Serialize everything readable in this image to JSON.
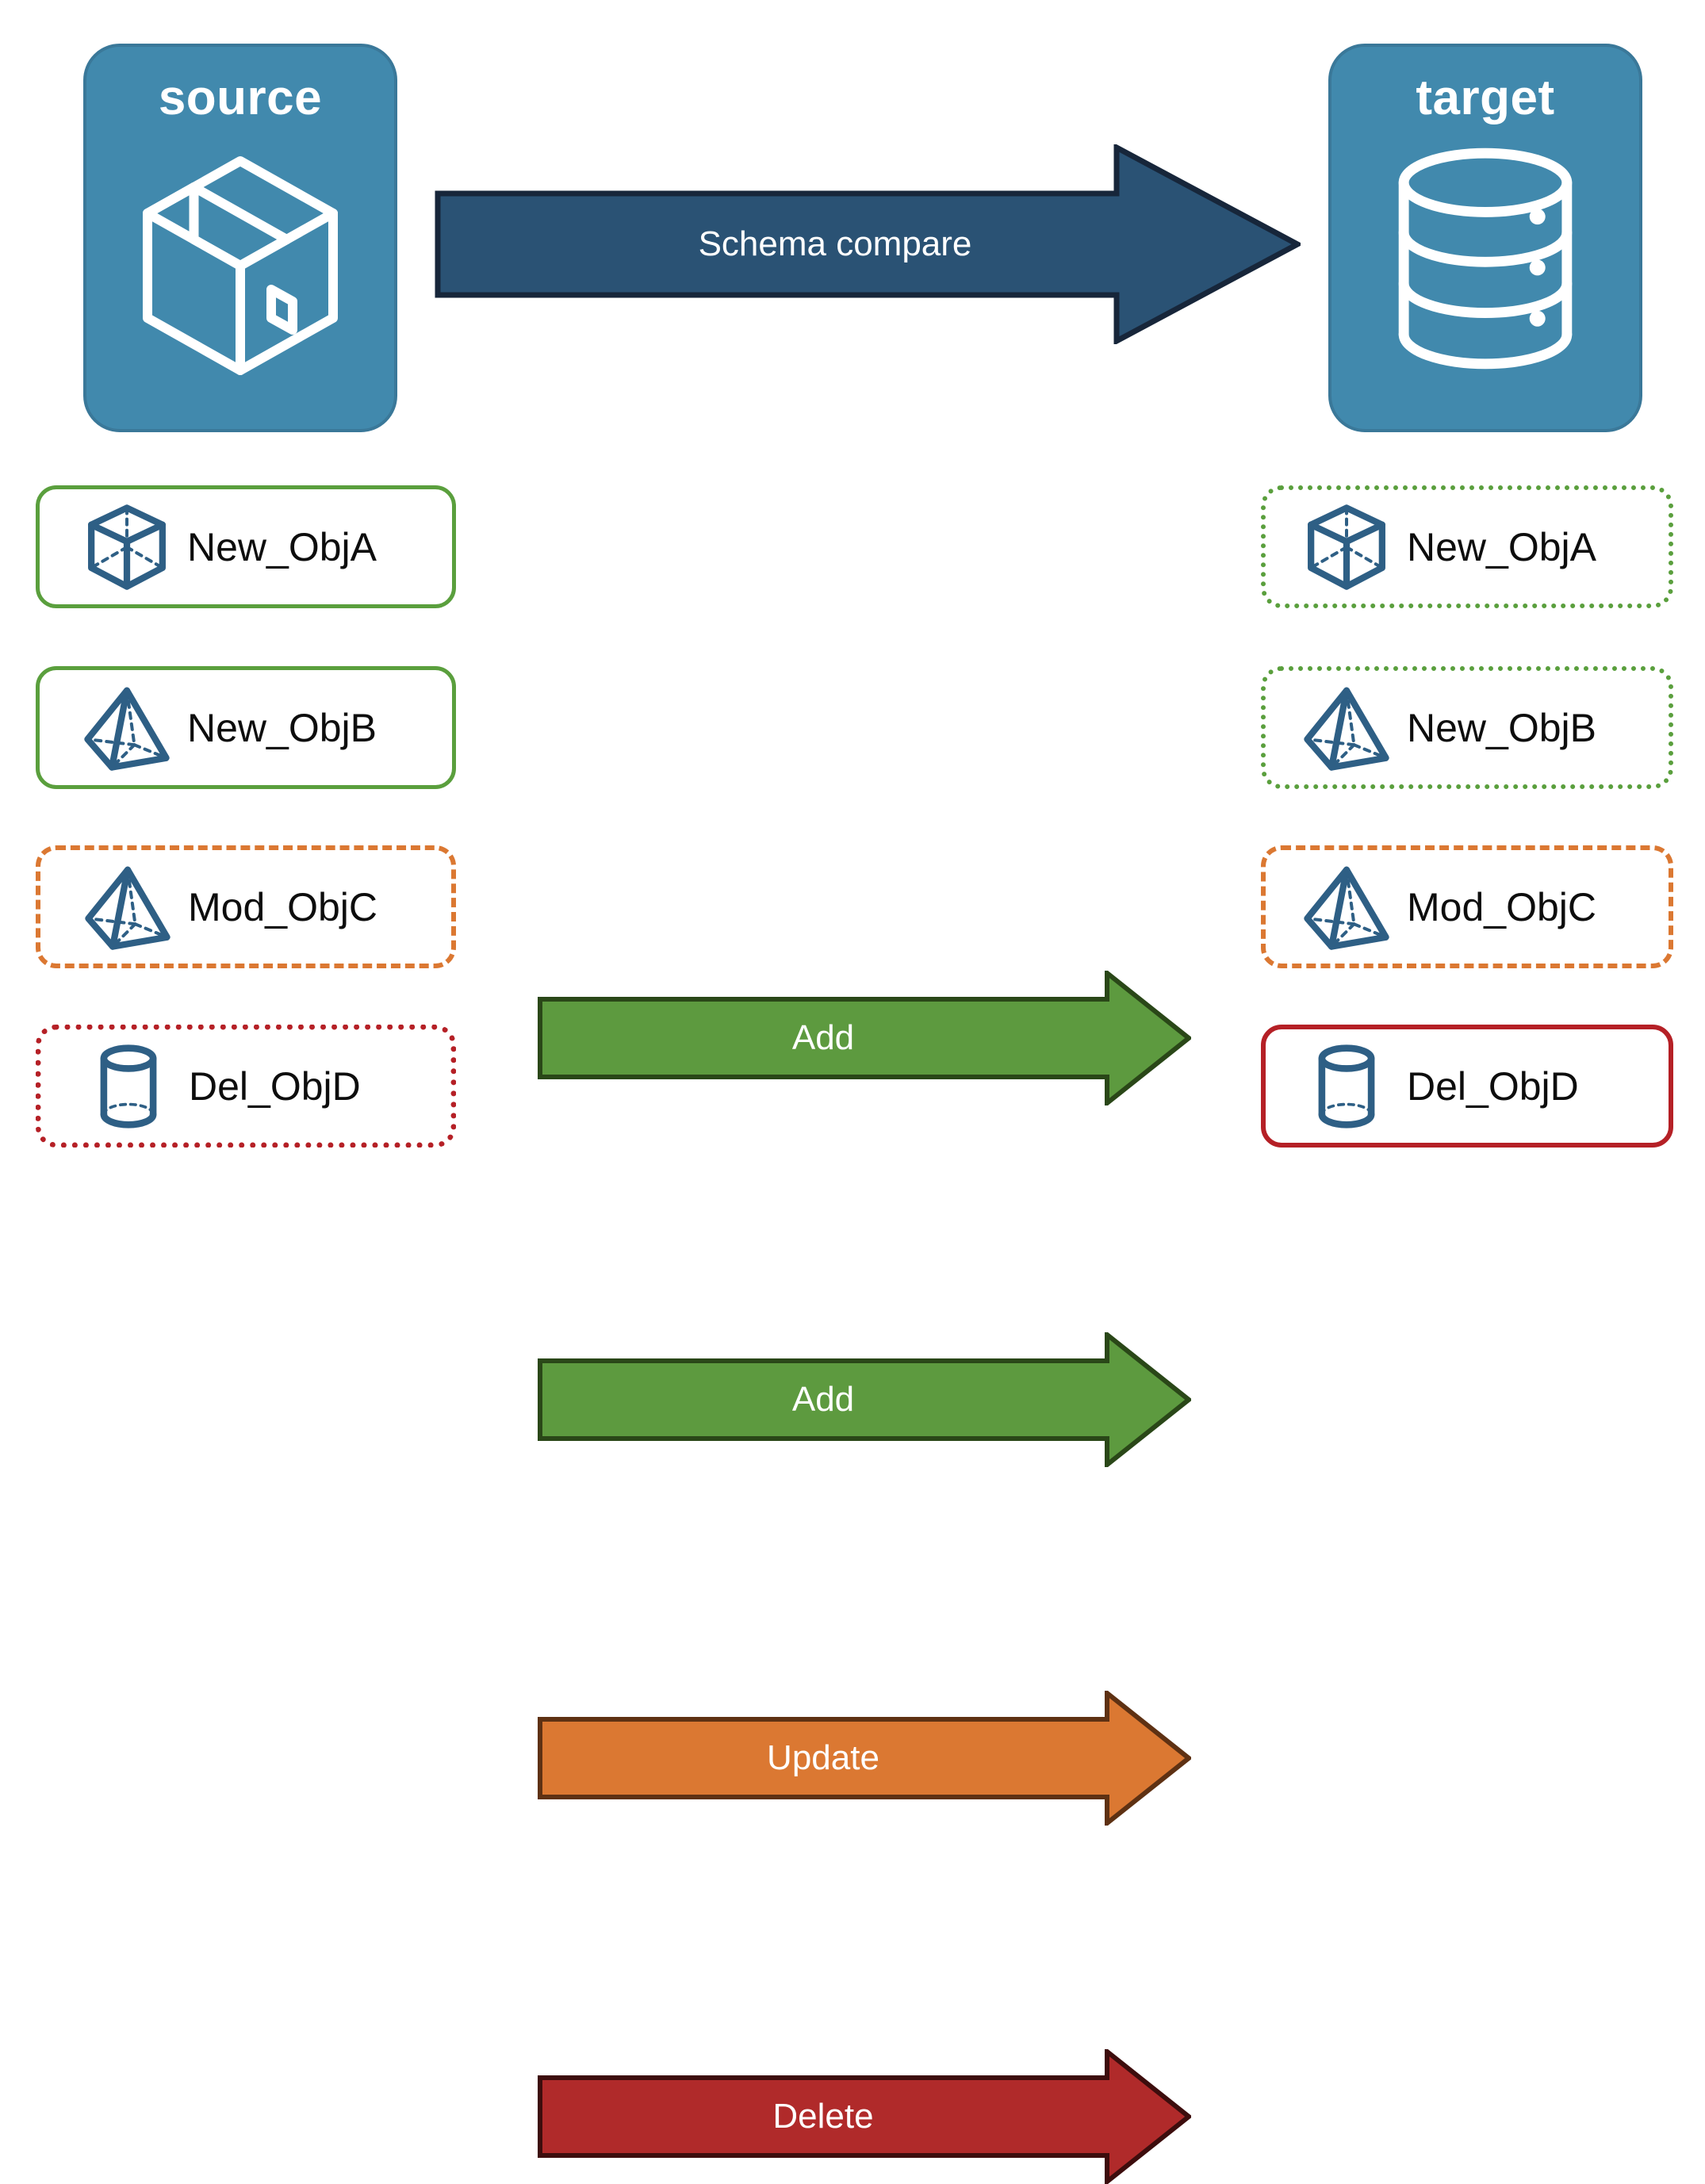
{
  "endpoints": {
    "source": {
      "title": "source",
      "icon": "package-box-icon"
    },
    "target": {
      "title": "target",
      "icon": "database-cylinder-icon"
    }
  },
  "compare_arrow": {
    "label": "Schema compare",
    "fill": "#2a5274",
    "stroke": "#17263a"
  },
  "rows": [
    {
      "action": "Add",
      "action_fill": "#5d9a3f",
      "action_stroke": "#2a4718",
      "source": {
        "name": "New_ObjA",
        "icon": "wireframe-cube-icon",
        "border_style": "bd-solid-green"
      },
      "target": {
        "name": "New_ObjA",
        "icon": "wireframe-cube-icon",
        "border_style": "bd-dotted-green"
      }
    },
    {
      "action": "Add",
      "action_fill": "#5d9a3f",
      "action_stroke": "#2a4718",
      "source": {
        "name": "New_ObjB",
        "icon": "wireframe-pyramid-icon",
        "border_style": "bd-solid-green"
      },
      "target": {
        "name": "New_ObjB",
        "icon": "wireframe-pyramid-icon",
        "border_style": "bd-dotted-green"
      }
    },
    {
      "action": "Update",
      "action_fill": "#db7832",
      "action_stroke": "#5e3113",
      "source": {
        "name": "Mod_ObjC",
        "icon": "wireframe-pyramid-icon",
        "border_style": "bd-dashed-orange"
      },
      "target": {
        "name": "Mod_ObjC",
        "icon": "wireframe-pyramid-icon",
        "border_style": "bd-dashed-orange"
      }
    },
    {
      "action": "Delete",
      "action_fill": "#b02a2a",
      "action_stroke": "#3d0d0d",
      "source": {
        "name": "Del_ObjD",
        "icon": "wireframe-cylinder-icon",
        "border_style": "bd-dotted-red"
      },
      "target": {
        "name": "Del_ObjD",
        "icon": "wireframe-cylinder-icon",
        "border_style": "bd-solid-red"
      }
    }
  ],
  "colors": {
    "panel_blue": "#4189ad",
    "panel_blue_border": "#3a7899",
    "icon_blue": "#2e5f85",
    "green": "#5a9f3d",
    "orange": "#db7832",
    "red": "#b52026",
    "text": "#0d0d0d"
  }
}
